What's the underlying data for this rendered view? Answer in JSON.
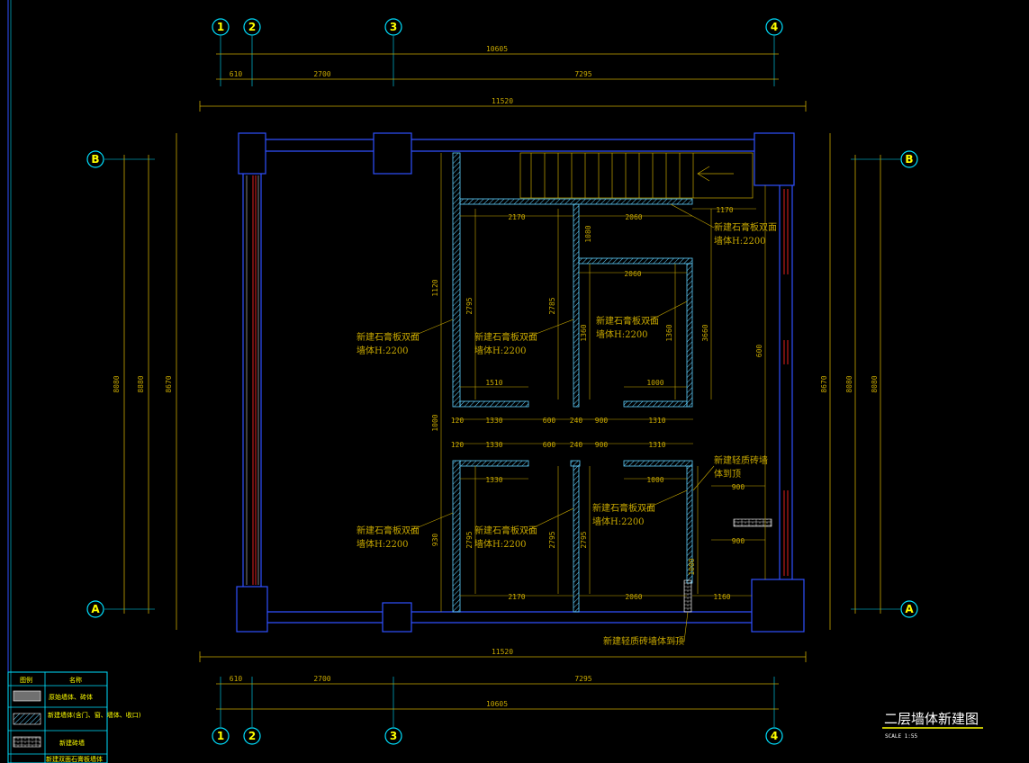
{
  "title": "二层墙体新建图",
  "scale": "SCALE 1:55",
  "grid": {
    "columns": [
      "1",
      "2",
      "3",
      "4"
    ],
    "rows": [
      "B",
      "A"
    ]
  },
  "dims": {
    "top_total": "10605",
    "top_seg1": "610",
    "top_seg2": "2700",
    "top_seg3": "7295",
    "overall_width": "11520",
    "left_outer": "8670",
    "left_inner1": "8080",
    "left_inner2": "8880",
    "right_outer": "8670",
    "right_inner1": "8080",
    "right_inner2": "8080",
    "bottom_total": "10605",
    "bottom_seg1": "610",
    "bottom_seg2": "2700",
    "bottom_seg3": "7295",
    "bottom_overall": "11520",
    "room_w1": "2170",
    "room_w2": "2060",
    "room_w3": "2060",
    "room_w4": "1170",
    "room_h1": "2795",
    "room_h2": "2785",
    "room_h3": "3660",
    "room_w5": "1510",
    "room_w6": "1310",
    "room_w7": "1310",
    "room_w8": "1330",
    "room_w9": "900",
    "room_w10": "1000",
    "room_w11": "2170",
    "room_w12": "2060",
    "room_w13": "1160",
    "small1": "120",
    "small2": "240",
    "small3": "900",
    "small4": "1000",
    "small5": "600",
    "small6": "930",
    "vert1": "1000",
    "vert2": "1080",
    "vert3": "2795",
    "vert4": "2795",
    "vert5": "1120",
    "vert6": "1360",
    "vert7": "600"
  },
  "notes": {
    "gypsum_a": "新建石膏板双面",
    "gypsum_a2": "墙体H:2200",
    "gypsum_b": "新建石膏板双面",
    "gypsum_b2": "墙体H:2200",
    "gypsum_c": "新建石膏板双面",
    "gypsum_c2": "墙体H:2200",
    "gypsum_d": "新建石膏板双面",
    "gypsum_d2": "墙体H:2200",
    "gypsum_e": "新建石膏板双面",
    "gypsum_e2": "墙体H:2200",
    "gypsum_f": "新建石膏板双面",
    "gypsum_f2": "墙体H:2200",
    "gypsum_g": "新建石膏板双面",
    "gypsum_g2": "墙体H:2200",
    "light_a": "新建轻质砖墙",
    "light_a2": "体到顶",
    "light_b": "新建轻质砖墙体到顶"
  },
  "legend": {
    "header_col1": "图例",
    "header_col2": "名称",
    "row1": "原始墙体、砖体",
    "row2": "新建墙体(含门、窗、墙体、收口)",
    "row3": "新建砖墙",
    "row4": "新建双面石膏板墙体"
  },
  "colors": {
    "background": "#000000",
    "wall": "#3050ff",
    "dim": "#c8a800",
    "hatch": "#5fd0ff",
    "label": "#ffff00",
    "cyan": "#00e0ff",
    "red": "#e02020",
    "white": "#ffffff"
  }
}
